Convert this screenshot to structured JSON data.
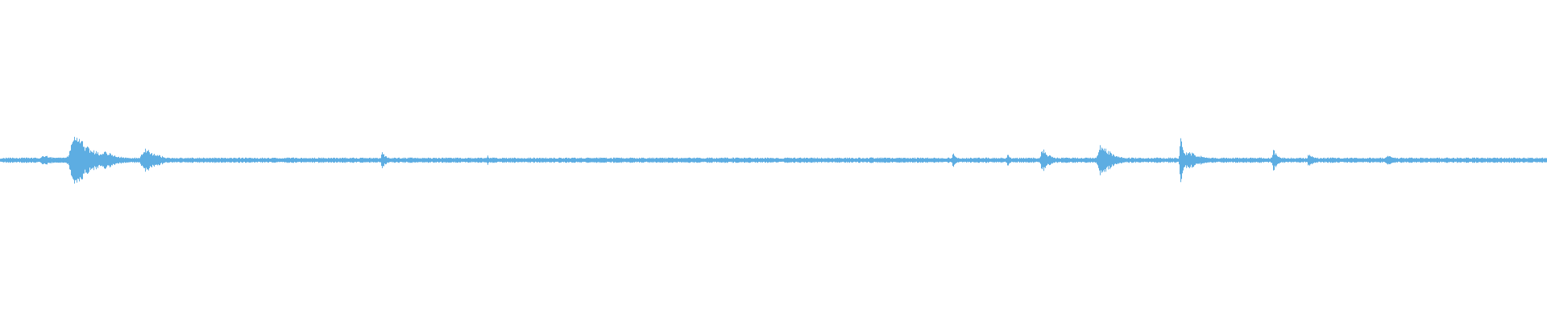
{
  "chart_data": {
    "type": "area",
    "title": "",
    "xlabel": "",
    "ylabel": "",
    "ylim": [
      -1,
      1
    ],
    "grid": false,
    "color": "#5dade2",
    "baseline_amplitude": 0.015,
    "envelope_peaks": [
      {
        "t_percent": 2.9,
        "amp": 0.03,
        "width": 1.2
      },
      {
        "t_percent": 4.9,
        "amp": 0.17,
        "width": 1.2
      },
      {
        "t_percent": 6.8,
        "amp": 0.06,
        "width": 1.0
      },
      {
        "t_percent": 9.4,
        "amp": 0.085,
        "width": 0.9
      },
      {
        "t_percent": 24.7,
        "amp": 0.06,
        "width": 0.3
      },
      {
        "t_percent": 31.5,
        "amp": 0.035,
        "width": 0.15
      },
      {
        "t_percent": 56.3,
        "amp": 0.02,
        "width": 0.6
      },
      {
        "t_percent": 61.6,
        "amp": 0.05,
        "width": 0.3
      },
      {
        "t_percent": 65.1,
        "amp": 0.06,
        "width": 0.15
      },
      {
        "t_percent": 67.4,
        "amp": 0.075,
        "width": 0.5
      },
      {
        "t_percent": 71.2,
        "amp": 0.11,
        "width": 0.8
      },
      {
        "t_percent": 76.3,
        "amp": 0.175,
        "width": 0.25
      },
      {
        "t_percent": 76.8,
        "amp": 0.06,
        "width": 1.0
      },
      {
        "t_percent": 82.3,
        "amp": 0.075,
        "width": 0.3
      },
      {
        "t_percent": 84.6,
        "amp": 0.05,
        "width": 0.3
      },
      {
        "t_percent": 89.7,
        "amp": 0.035,
        "width": 0.6
      }
    ]
  }
}
